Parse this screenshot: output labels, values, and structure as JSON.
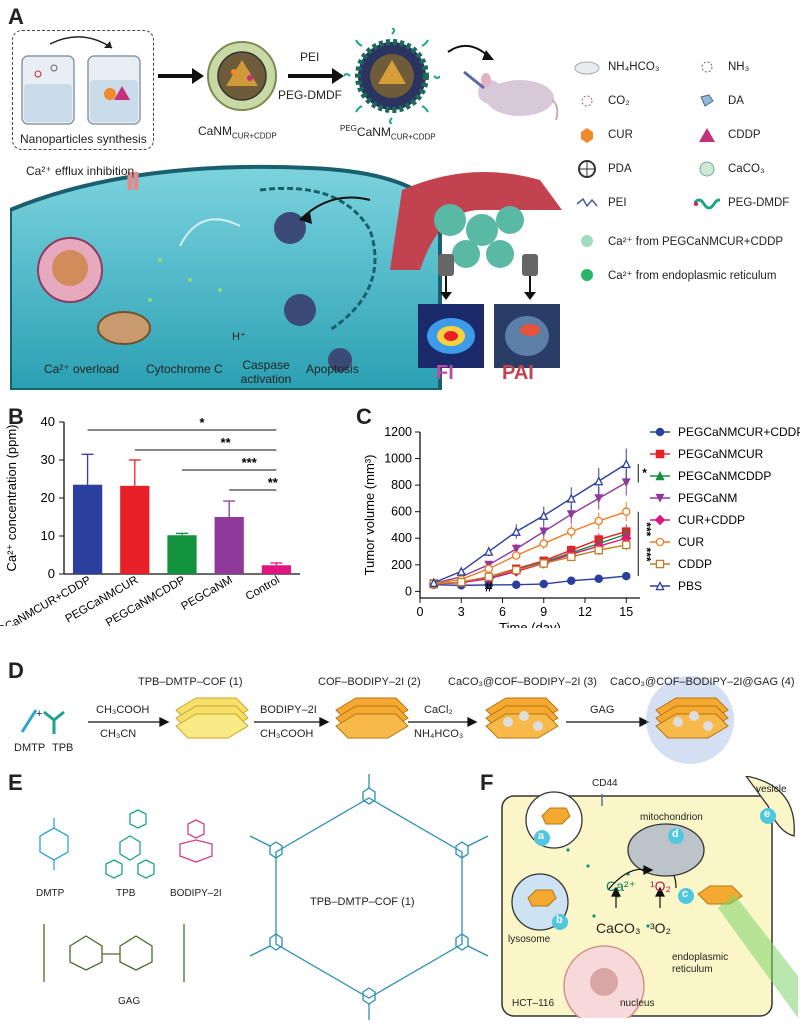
{
  "panels": [
    "A",
    "B",
    "C",
    "D",
    "E",
    "F"
  ],
  "panelA": {
    "nanoparticle_synthesis": "Nanoparticles synthesis",
    "canm_label": "CaNM",
    "canm_sub": "CUR+CDDP",
    "pei": "PEI",
    "peg_dmdf": "PEG-DMDF",
    "peg_sup": "PEG",
    "pegcanm_label": "CaNM",
    "pegcanm_sub": "CUR+CDDP",
    "efflux": "Ca²⁺ efflux inhibition",
    "overload": "Ca²⁺ overload",
    "cytochrome": "Cytochrome C",
    "caspase": "Caspase activation",
    "apoptosis": "Apoptosis",
    "hplus": "H⁺",
    "fi": "FI",
    "pai": "PAI",
    "legend": [
      {
        "icon": "nh4hco3-icon",
        "label": "NH₄HCO₃"
      },
      {
        "icon": "nh3-icon",
        "label": "NH₃"
      },
      {
        "icon": "co2-icon",
        "label": "CO₂"
      },
      {
        "icon": "da-icon",
        "label": "DA"
      },
      {
        "icon": "cur-icon",
        "label": "CUR"
      },
      {
        "icon": "cddp-icon",
        "label": "CDDP"
      },
      {
        "icon": "pda-icon",
        "label": "PDA"
      },
      {
        "icon": "caco3-icon",
        "label": "CaCO₃"
      },
      {
        "icon": "pei-icon",
        "label": "PEI"
      },
      {
        "icon": "peg-dmdf-icon",
        "label": "PEG-DMDF"
      },
      {
        "icon": "ca-np-icon",
        "label": "Ca²⁺ from PEGCaNMCUR+CDDP"
      },
      {
        "icon": "ca-er-icon",
        "label": "Ca²⁺ from endoplasmic reticulum"
      }
    ]
  },
  "chart_data": [
    {
      "type": "bar",
      "panel": "B",
      "ylabel": "Ca²⁺ concentration (ppm)",
      "ylim": [
        0,
        40
      ],
      "yticks": [
        0,
        10,
        20,
        30,
        40
      ],
      "categories": [
        "PEGCaNMCUR+CDDP",
        "PEGCaNMCUR",
        "PEGCaNMCDDP",
        "PEGCaNM",
        "Control"
      ],
      "values": [
        23.5,
        23.2,
        10.2,
        15.0,
        2.3
      ],
      "errors": [
        8.0,
        6.8,
        0.5,
        4.2,
        0.6
      ],
      "colors": [
        "#2b3f9e",
        "#e8202a",
        "#13923e",
        "#8f3a9b",
        "#e0157f"
      ],
      "significance": [
        "*",
        "**",
        "***",
        "**"
      ]
    },
    {
      "type": "line",
      "panel": "C",
      "xlabel": "Time (day)",
      "ylabel": "Tumor volume (mm³)",
      "xlim": [
        0,
        16
      ],
      "ylim": [
        -50,
        1200
      ],
      "xticks": [
        0,
        3,
        6,
        9,
        12,
        15
      ],
      "yticks": [
        0,
        200,
        400,
        600,
        800,
        1000,
        1200
      ],
      "x": [
        1,
        3,
        5,
        7,
        9,
        11,
        13,
        15
      ],
      "annotations": [
        "*",
        "***",
        "***",
        "#"
      ],
      "series": [
        {
          "name": "PEGCaNMCUR+CDDP",
          "color": "#2b3f9e",
          "marker": "circle",
          "values": [
            50,
            45,
            48,
            50,
            55,
            80,
            95,
            115
          ]
        },
        {
          "name": "PEGCaNMCUR",
          "color": "#e8202a",
          "marker": "square",
          "values": [
            55,
            70,
            110,
            170,
            230,
            310,
            390,
            450
          ]
        },
        {
          "name": "PEGCaNMCDDP",
          "color": "#13923e",
          "marker": "triangle",
          "values": [
            55,
            68,
            100,
            160,
            220,
            290,
            360,
            430
          ]
        },
        {
          "name": "PEGCaNM",
          "color": "#8f3a9b",
          "marker": "tri-down",
          "values": [
            60,
            110,
            200,
            320,
            450,
            580,
            700,
            820
          ]
        },
        {
          "name": "CUR+CDDP",
          "color": "#e0157f",
          "marker": "diamond",
          "values": [
            55,
            65,
            95,
            150,
            210,
            280,
            340,
            400
          ]
        },
        {
          "name": "CUR",
          "color": "#f07b22",
          "marker": "open-circle",
          "values": [
            60,
            90,
            170,
            270,
            360,
            450,
            530,
            600
          ]
        },
        {
          "name": "CDDP",
          "color": "#c07d2a",
          "marker": "open-square",
          "values": [
            55,
            70,
            110,
            160,
            210,
            260,
            310,
            350
          ]
        },
        {
          "name": "PBS",
          "color": "#2b3f9e",
          "marker": "open-triangle",
          "values": [
            65,
            150,
            300,
            450,
            570,
            700,
            830,
            960
          ]
        }
      ]
    }
  ],
  "panelD": {
    "dmtp": "DMTP",
    "plus": "+",
    "tpb": "TPB",
    "step1_top": "CH₃COOH",
    "step1_bottom": "CH₃CN",
    "cof1": "TPB–DMTP–COF (1)",
    "step2_top": "BODIPY–2I",
    "step2_bottom": "CH₃COOH",
    "cof2": "COF–BODIPY–2I (2)",
    "step3_top": "CaCl₂",
    "step3_bottom": "NH₄HCO₃",
    "cof3": "CaCO₃@COF–BODIPY–2I (3)",
    "step4_top": "GAG",
    "cof4": "CaCO₃@COF–BODIPY–2I@GAG (4)"
  },
  "panelE": {
    "dmtp": "DMTP",
    "tpb": "TPB",
    "bodipy": "BODIPY–2I",
    "gag": "GAG",
    "cof": "TPB–DMTP–COF (1)"
  },
  "panelF": {
    "cd44": "CD44",
    "vesicle": "vesicle",
    "mitochondrion": "mitochondrion",
    "lysosome": "lysosome",
    "ca": "Ca²⁺",
    "o2_singlet": "¹O₂",
    "caco3": "CaCO₃",
    "o2_triplet": "³O₂",
    "er": "endoplasmic reticulum",
    "nucleus": "nucleus",
    "cell": "HCT–116",
    "steps": [
      "a",
      "b",
      "c",
      "d",
      "e"
    ]
  }
}
